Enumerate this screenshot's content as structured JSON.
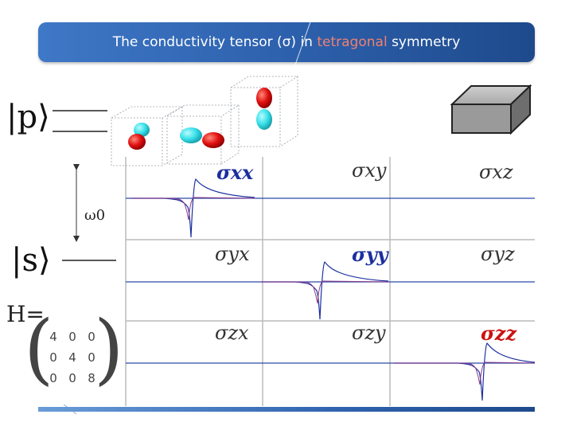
{
  "title": {
    "before": "The conductivity tensor (σ) in ",
    "highlight": "tetragonal",
    "after": " symmetry"
  },
  "levels": {
    "p_ket": "|p⟩",
    "s_ket": "|s⟩",
    "gap_label": "ω0"
  },
  "hamiltonian": {
    "label": "H=",
    "matrix": [
      [
        "4",
        "0",
        "0"
      ],
      [
        "0",
        "4",
        "0"
      ],
      [
        "0",
        "0",
        "8"
      ]
    ]
  },
  "tensor": {
    "xx": "σxx",
    "xy": "σxy",
    "xz": "σxz",
    "yx": "σyx",
    "yy": "σyy",
    "yz": "σyz",
    "zx": "σzx",
    "zy": "σzy",
    "zz": "σzz"
  },
  "colors": {
    "accent_blue": "#1c2f9e",
    "accent_red": "#cc1111",
    "title_highlight": "#f08070",
    "orbital_cyan": "#38e0e8",
    "orbital_red": "#e01010"
  }
}
